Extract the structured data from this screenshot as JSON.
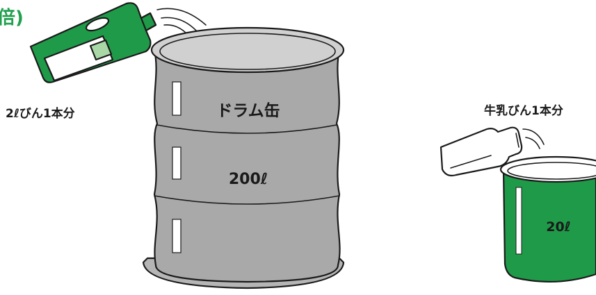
{
  "header_fragment": "倍)",
  "labels": {
    "big_bottle": "2ℓびん1本分",
    "drum_name": "ドラム缶",
    "drum_volume": "200ℓ",
    "milk_bottle": "牛乳びん1本分",
    "small_can_volume": "20ℓ"
  },
  "colors": {
    "green": "#1f9a48",
    "green_text": "#22a050",
    "drum_gray": "#a9a9a9",
    "drum_light": "#c9c9c9",
    "ink": "#1a1a1a"
  }
}
